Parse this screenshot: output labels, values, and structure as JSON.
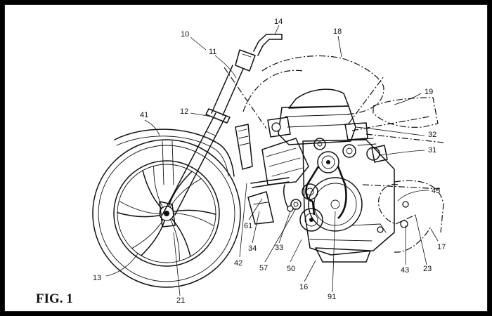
{
  "figure": {
    "label": "FIG. 1"
  },
  "references": [
    "10",
    "11",
    "12",
    "13",
    "14",
    "16",
    "17",
    "18",
    "19",
    "21",
    "23",
    "31",
    "32",
    "33",
    "34",
    "41",
    "42",
    "43",
    "45",
    "50",
    "57",
    "61",
    "91"
  ],
  "colors": {
    "background": "#ffffff",
    "line": "#111111",
    "border": "#000000"
  }
}
